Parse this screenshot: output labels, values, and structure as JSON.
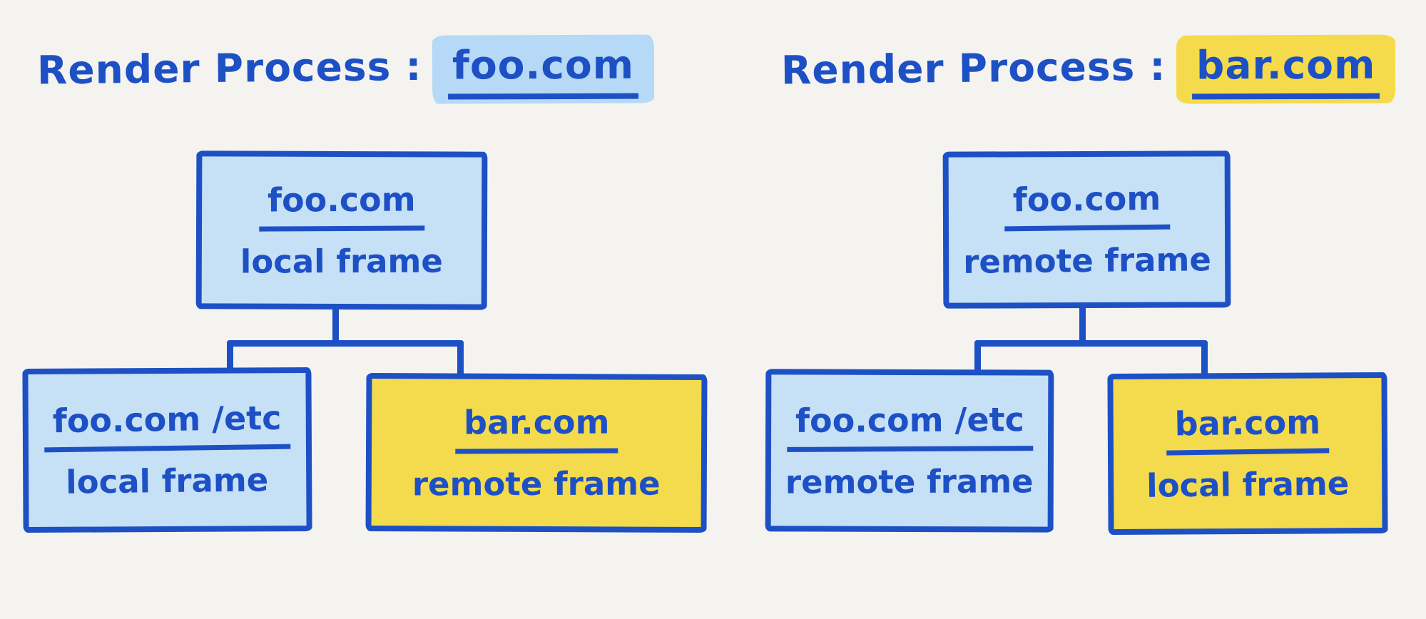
{
  "colors": {
    "background": "#f4f3f0",
    "ink_blue": "#1e50c5",
    "blue_box_fill": "#c6e0f5",
    "yellow_box_fill": "#f3db4d",
    "title_highlight_blue": "#b5d9f6",
    "title_highlight_yellow": "#f5db4b"
  },
  "diagram": {
    "type": "process-frame-trees",
    "panels": [
      {
        "title_prefix": "Render Process :",
        "title_domain": "foo.com",
        "title_highlight_color": "blue",
        "root": {
          "label": "foo.com",
          "sublabel": "local frame",
          "variant": "blue"
        },
        "children": [
          {
            "label": "foo.com /etc",
            "sublabel": "local frame",
            "variant": "blue"
          },
          {
            "label": "bar.com",
            "sublabel": "remote frame",
            "variant": "yellow"
          }
        ]
      },
      {
        "title_prefix": "Render Process :",
        "title_domain": "bar.com",
        "title_highlight_color": "yellow",
        "root": {
          "label": "foo.com",
          "sublabel": "remote frame",
          "variant": "blue"
        },
        "children": [
          {
            "label": "foo.com /etc",
            "sublabel": "remote frame",
            "variant": "blue"
          },
          {
            "label": "bar.com",
            "sublabel": "local frame",
            "variant": "yellow"
          }
        ]
      }
    ]
  }
}
